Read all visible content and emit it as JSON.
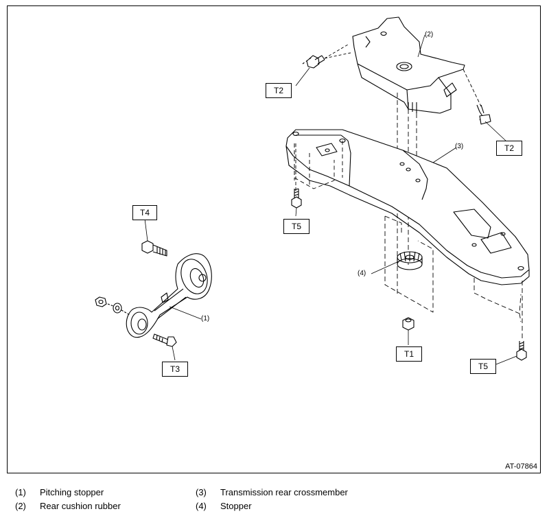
{
  "diagram": {
    "figure_id": "AT-07864",
    "torque_labels": {
      "t2_left": "T2",
      "t2_right": "T2",
      "t4": "T4",
      "t5_left": "T5",
      "t3": "T3",
      "t1": "T1",
      "t5_right": "T5"
    },
    "callouts": {
      "c1": "(1)",
      "c2": "(2)",
      "c3": "(3)",
      "c4": "(4)"
    }
  },
  "legend": [
    {
      "num": "(1)",
      "text": "Pitching stopper"
    },
    {
      "num": "(2)",
      "text": "Rear cushion rubber"
    },
    {
      "num": "(3)",
      "text": "Transmission rear crossmember"
    },
    {
      "num": "(4)",
      "text": "Stopper"
    }
  ]
}
